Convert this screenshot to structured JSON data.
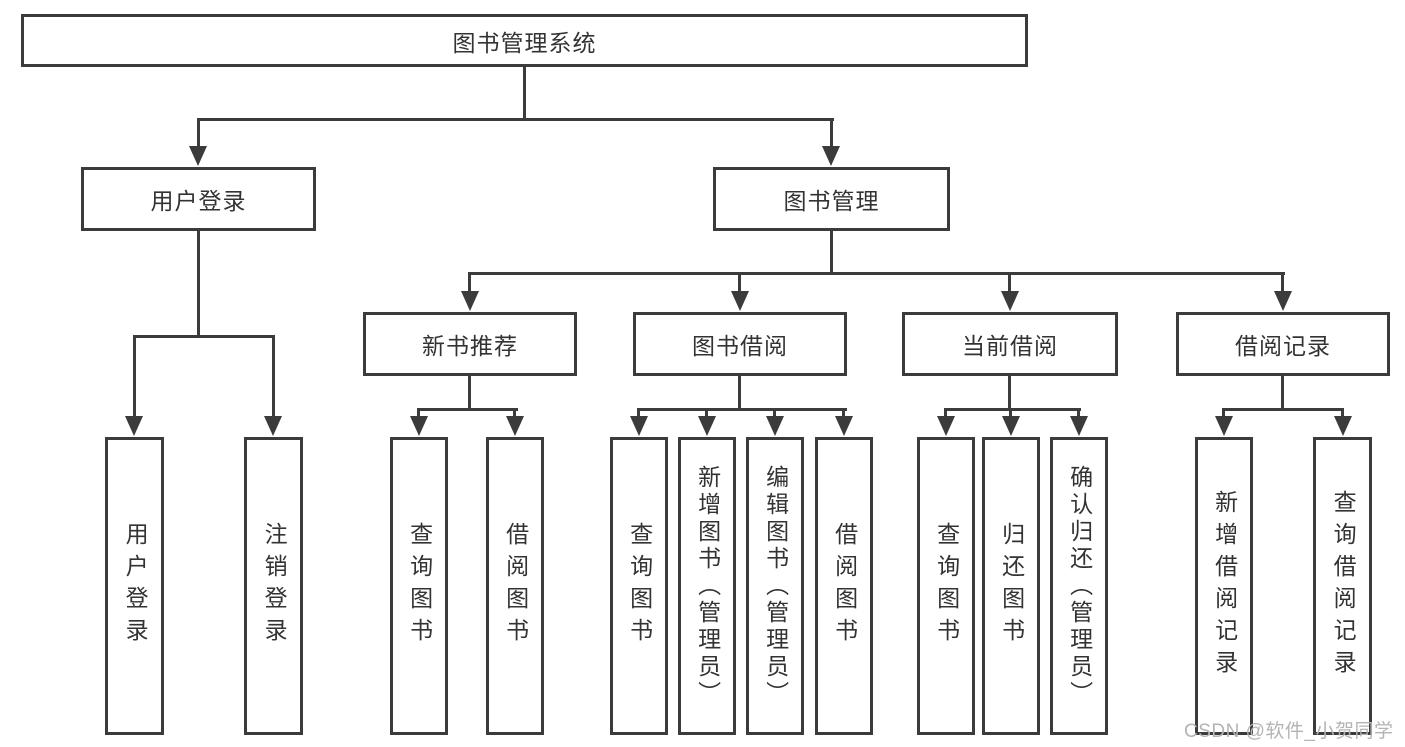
{
  "colors": {
    "line": "#3b3b3b",
    "text": "#333333",
    "watermark": "#b4b4b4",
    "background": "#ffffff"
  },
  "watermark": "CSDN @软件_小贺同学",
  "tree": {
    "root": "图书管理系统",
    "branches": [
      {
        "label": "用户登录",
        "leaves": [
          "用户登录",
          "注销登录"
        ]
      },
      {
        "label": "图书管理",
        "groups": [
          {
            "label": "新书推荐",
            "leaves": [
              "查询图书",
              "借阅图书"
            ]
          },
          {
            "label": "图书借阅",
            "leaves": [
              "查询图书",
              "新增图书（管理员）",
              "编辑图书（管理员）",
              "借阅图书"
            ]
          },
          {
            "label": "当前借阅",
            "leaves": [
              "查询图书",
              "归还图书",
              "确认归还（管理员）"
            ]
          },
          {
            "label": "借阅记录",
            "leaves": [
              "新增借阅记录",
              "查询借阅记录"
            ]
          }
        ]
      }
    ]
  }
}
